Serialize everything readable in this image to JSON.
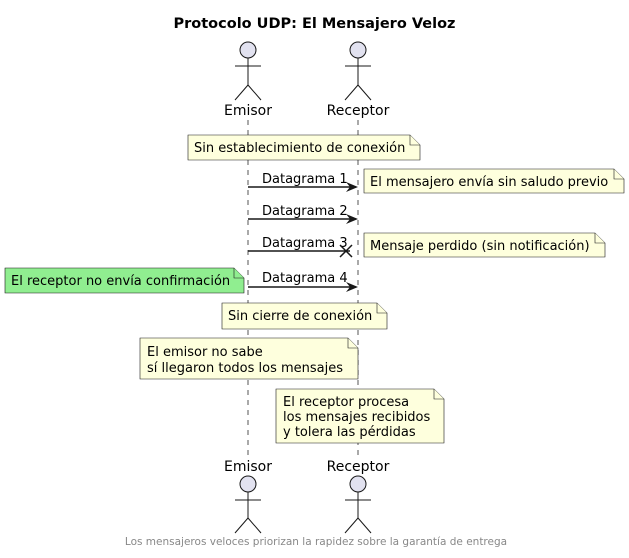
{
  "title": "Protocolo UDP: El Mensajero Veloz",
  "actors": {
    "emisor": "Emisor",
    "receptor": "Receptor"
  },
  "notes": {
    "sin_conexion": "Sin establecimiento de conexión",
    "saludo": "El mensajero envía sin saludo previo",
    "perdido": "Mensaje perdido (sin notificación)",
    "confirmacion": "El receptor no envía confirmación",
    "sin_cierre": "Sin cierre de conexión",
    "emisor_no_sabe": [
      "El emisor no sabe",
      "sí llegaron todos los mensajes"
    ],
    "receptor_procesa": [
      "El receptor procesa",
      "los mensajes recibidos",
      "y tolera las pérdidas"
    ]
  },
  "messages": [
    {
      "label": "Datagrama 1",
      "lost": false
    },
    {
      "label": "Datagrama 2",
      "lost": false
    },
    {
      "label": "Datagrama 3",
      "lost": true
    },
    {
      "label": "Datagrama 4",
      "lost": false
    }
  ],
  "footer": "Los mensajeros veloces priorizan la rapidez sobre la garantía de entrega",
  "colors": {
    "actor_fill": "#E2E2F0",
    "note_fill": "#FEFFDD",
    "note_highlight": "#90EE90",
    "line": "#181818"
  }
}
